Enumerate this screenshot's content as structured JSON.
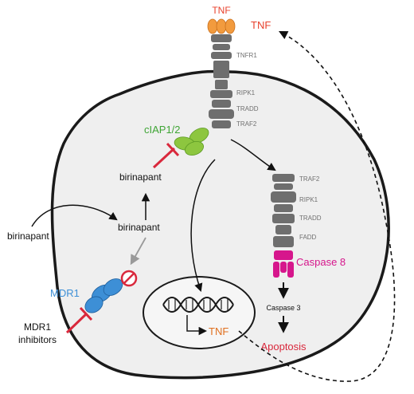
{
  "colors": {
    "tnf_red": "#e8412c",
    "tnf_ligand": "#f29b3e",
    "protein_dark": "#6e6e6e",
    "protein_mid": "#8a8a8a",
    "ciap_green": "#8dc63f",
    "ciap_text": "#3fa535",
    "mdr1_blue": "#3d8fd6",
    "caspase_magenta": "#d6168c",
    "apoptosis_red": "#d9283c",
    "cell_fill": "#efefef",
    "nucleus_fill": "#f6f6f6",
    "label_gray": "#707070"
  },
  "labels": {
    "tnf_top": "TNF",
    "tnf_secreted": "TNF",
    "tnfr1": "TNFR1",
    "ripk1_top": "RIPK1",
    "tradd_top": "TRADD",
    "traf2_top": "TRAF2",
    "ciap": "cIAP1/2",
    "birinapant_upper": "birinapant",
    "birinapant_middle": "birinapant",
    "birinapant_outside": "birinapant",
    "mdr1": "MDR1",
    "mdr1_inhibitors_line1": "MDR1",
    "mdr1_inhibitors_line2": "inhibitors",
    "traf2_right": "TRAF2",
    "ripk1_right": "RIPK1",
    "tradd_right": "TRADD",
    "fadd": "FADD",
    "caspase8": "Caspase 8",
    "caspase3": "Caspase 3",
    "apoptosis": "Apoptosis",
    "tnf_gene": "TNF"
  },
  "icons": {
    "inhibition_symbol": "no-entry-icon",
    "membrane_pump": "mdr1-pump-icon",
    "dna": "dna-helix-icon"
  }
}
